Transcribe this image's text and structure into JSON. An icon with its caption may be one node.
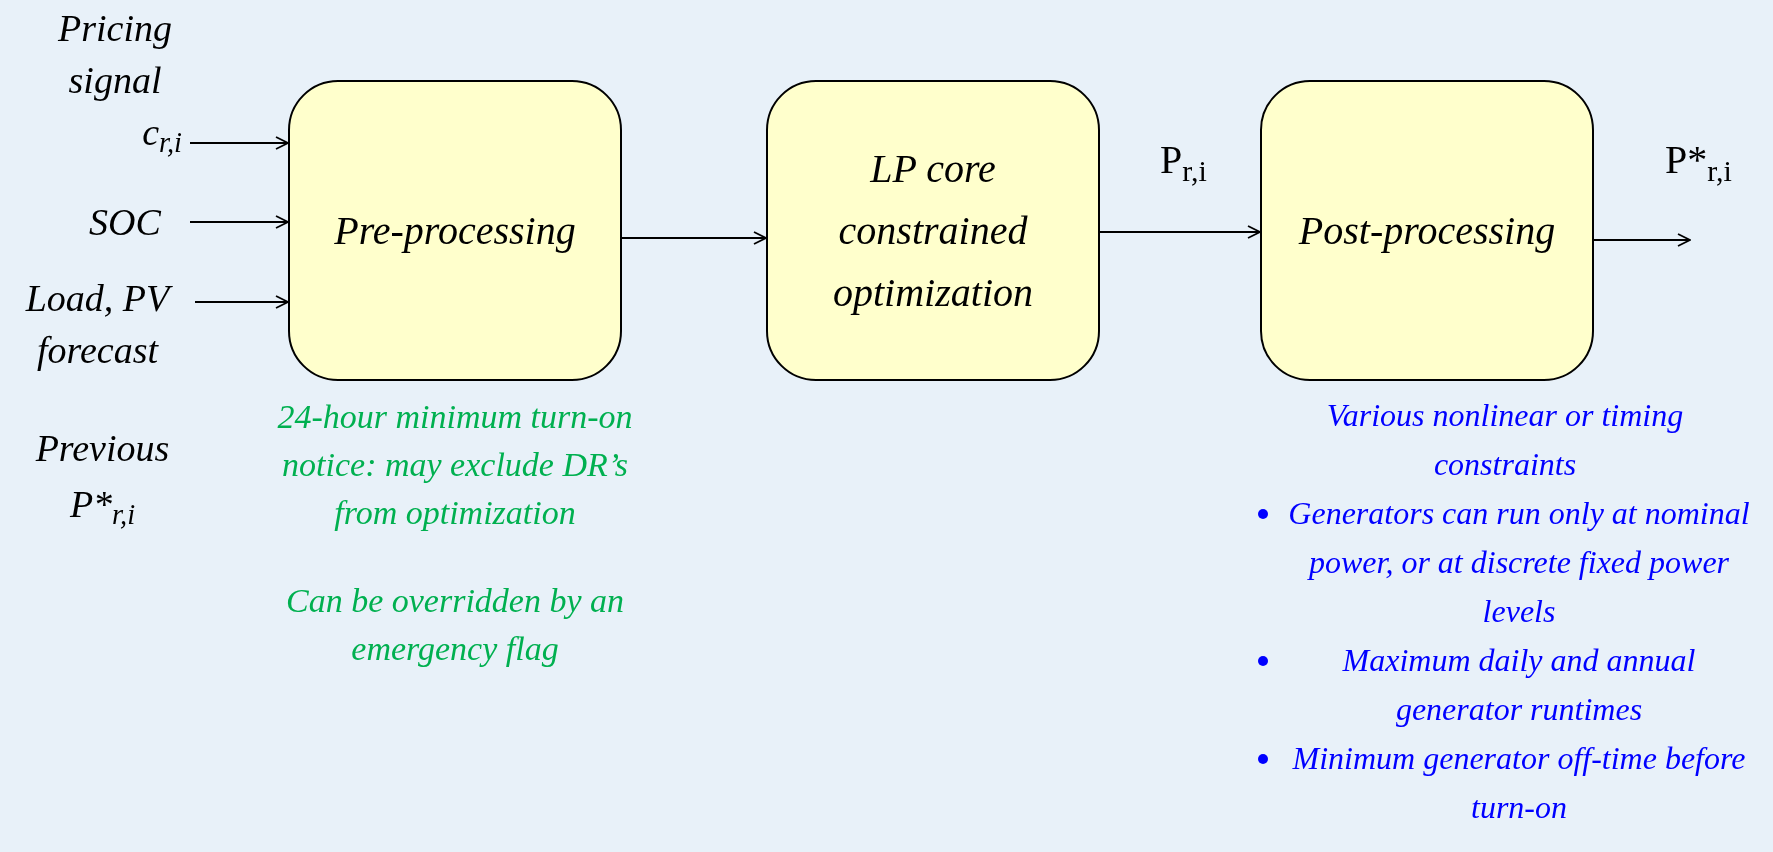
{
  "diagram": {
    "nodes": [
      {
        "text": [
          "Pricing signal",
          "c$_{r,i}$"
        ]
      },
      {
        "text": [
          "SOC"
        ]
      },
      {
        "text": [
          "Load, PV forecast"
        ]
      },
      {
        "text": [
          "Pre-processing"
        ],
        "beside": [
          "24-hour minimum turn-on notice: may exclude DR’s from optimization",
          "Can be overridden by an emergency flag"
        ]
      },
      {
        "text": [
          "LP core constrained optimization"
        ]
      },
      {
        "text": [
          "Post-processing"
        ],
        "beside": [
          "Various nonlinear or timing constraints",
          "Generators can run only at nominal power, or at discrete fixed power levels",
          "Maximum daily and annual generator runtimes",
          "Minimum generator off-time before turn-on"
        ]
      }
    ],
    "edges": [
      {
        "from": 0,
        "to": 3,
        "arrow": "to"
      },
      {
        "from": 1,
        "to": 3,
        "arrow": "to"
      },
      {
        "from": 2,
        "to": 3,
        "arrow": "to"
      },
      {
        "from": 3,
        "to": 4,
        "arrow": "to"
      },
      {
        "from": 4,
        "to": 5,
        "arrow": "to",
        "label": "P$_{r,i}$"
      },
      {
        "from": 5,
        "to": null,
        "arrow": "to",
        "label": "P*$_{r,i}$"
      }
    ],
    "labels": [
      "Previous P*$_{r,i}$"
    ]
  }
}
